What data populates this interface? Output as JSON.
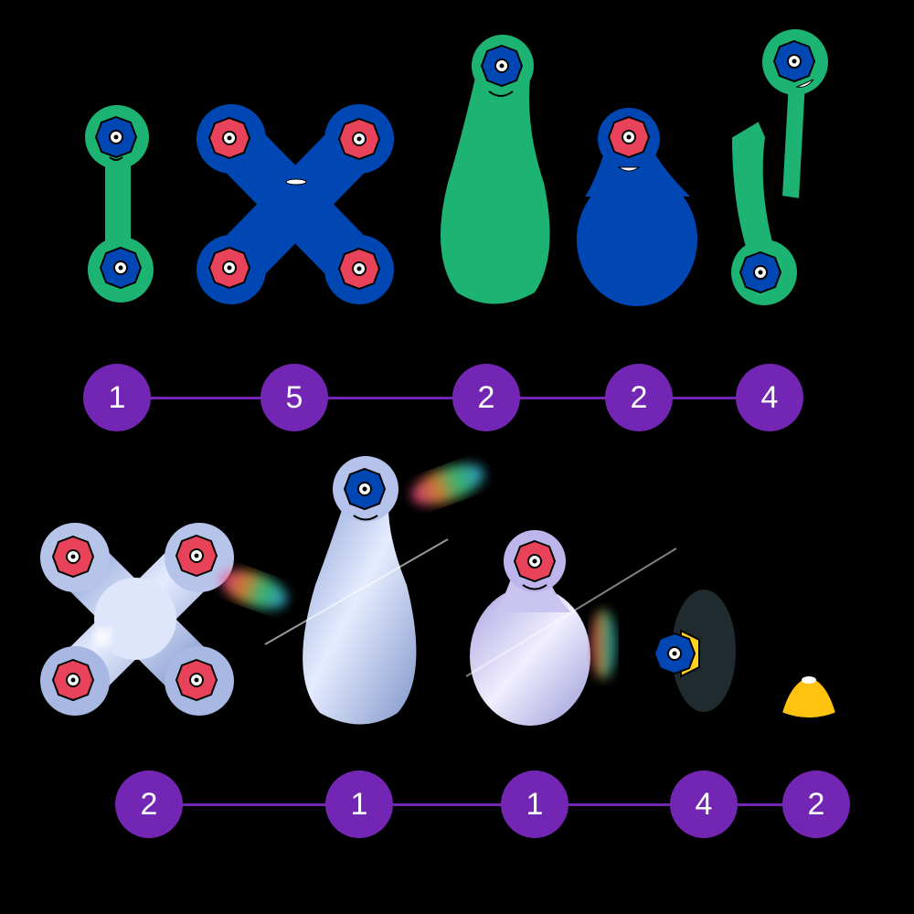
{
  "colors": {
    "green": "#1db373",
    "blue": "#0047b3",
    "red": "#e8435a",
    "purple": "#7326b3",
    "yellow": "#ffc20e"
  },
  "top_row": {
    "badges": [
      "1",
      "5",
      "2",
      "2",
      "4"
    ]
  },
  "bottom_row": {
    "badges": [
      "2",
      "1",
      "1",
      "4",
      "2"
    ]
  }
}
